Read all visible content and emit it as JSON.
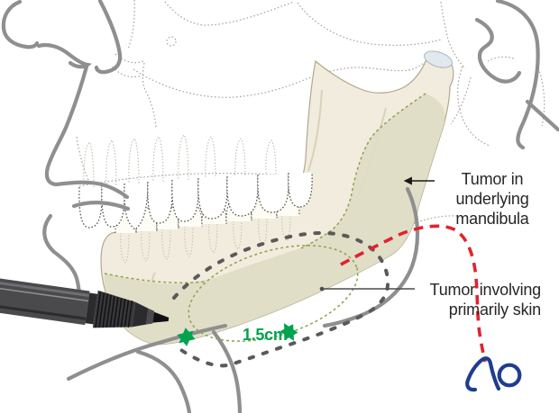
{
  "labels": {
    "tumor_in_mandibula": [
      "Tumor in",
      "underlying",
      "mandibula"
    ],
    "tumor_skin": [
      "Tumor involving",
      "primarily skin"
    ],
    "measurement": "1.5cm"
  },
  "logo": {
    "text": "AO"
  },
  "colors": {
    "green": "#00a34e",
    "red": "#e1232e",
    "olive": "#8ca24c",
    "logo-blue": "#1e3d8f",
    "bone": "#f1ecdd",
    "bone-stroke": "#b3a78d",
    "bone-tumor": "#e0dcc6",
    "profile-gray": "#8f8f8f",
    "dot-gray": "#a8a49e",
    "marker-dash": "#5a5a58",
    "text": "#262626",
    "cartilage": "#e2e9ee"
  }
}
